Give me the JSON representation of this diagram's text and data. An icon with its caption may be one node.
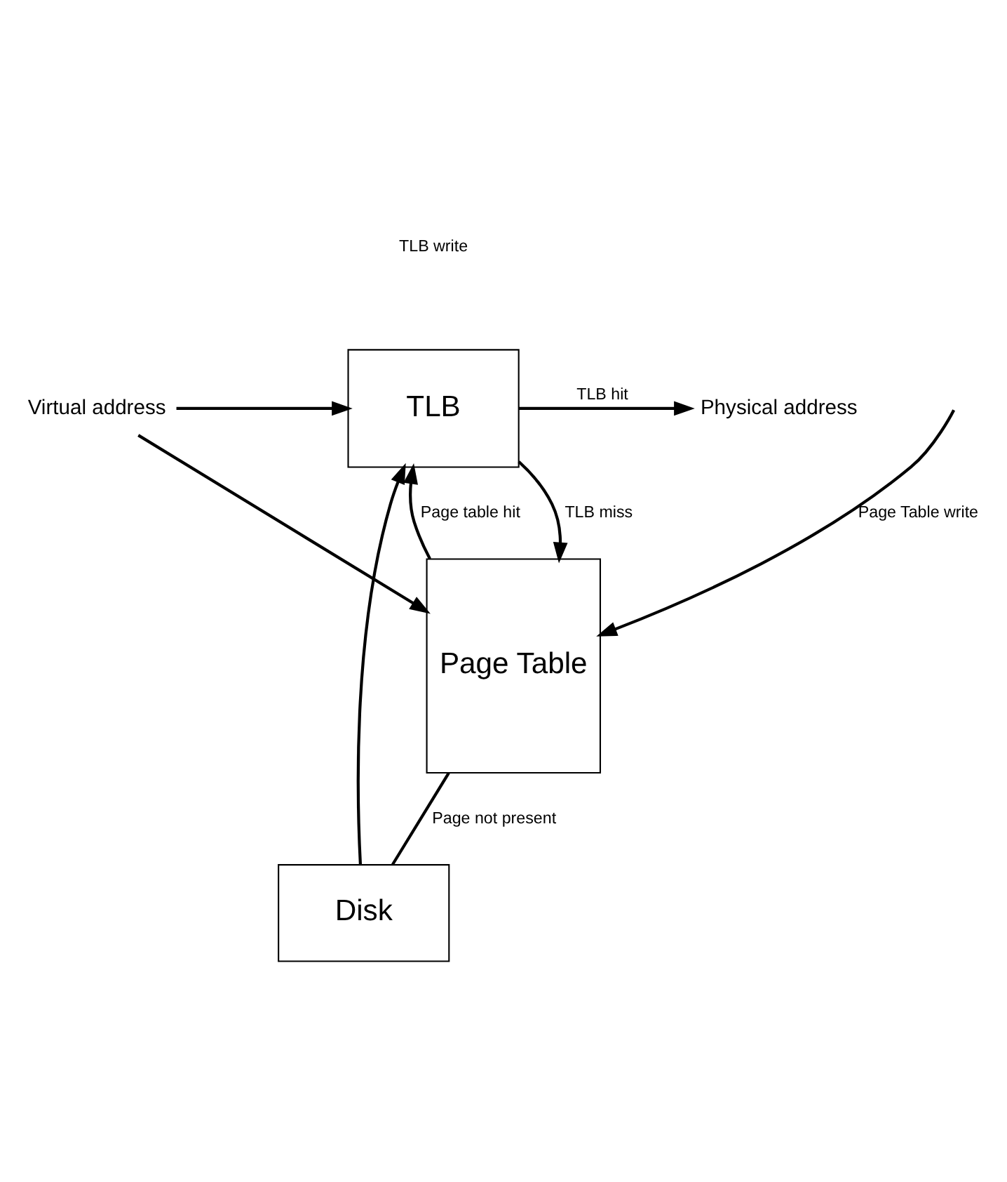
{
  "diagram": {
    "nodes": [
      {
        "text": [
          "Virtual address"
        ]
      },
      {
        "text": [
          "Physical address"
        ]
      },
      {
        "text": [
          "TLB"
        ]
      },
      {
        "text": [
          "Page Table"
        ]
      },
      {
        "text": [
          "Disk"
        ]
      }
    ],
    "edges": [
      {
        "from": 0,
        "to": 2,
        "arrow": "to"
      },
      {
        "from": 2,
        "to": 1,
        "arrow": "to",
        "label": "TLB hit"
      },
      {
        "from": 0,
        "to": 3,
        "arrow": "to"
      },
      {
        "from": 2,
        "to": 3,
        "arrow": "to",
        "label": "TLB miss"
      },
      {
        "from": 3,
        "to": 2,
        "arrow": "to",
        "label": "Page table hit"
      },
      {
        "from": 3,
        "to": 4,
        "arrow": "none",
        "label": "Page not present"
      },
      {
        "from": 4,
        "to": 2,
        "arrow": "to"
      },
      {
        "from": null,
        "to": 3,
        "arrow": "to",
        "label": "Page Table write"
      }
    ],
    "labels": [
      "TLB write"
    ]
  }
}
